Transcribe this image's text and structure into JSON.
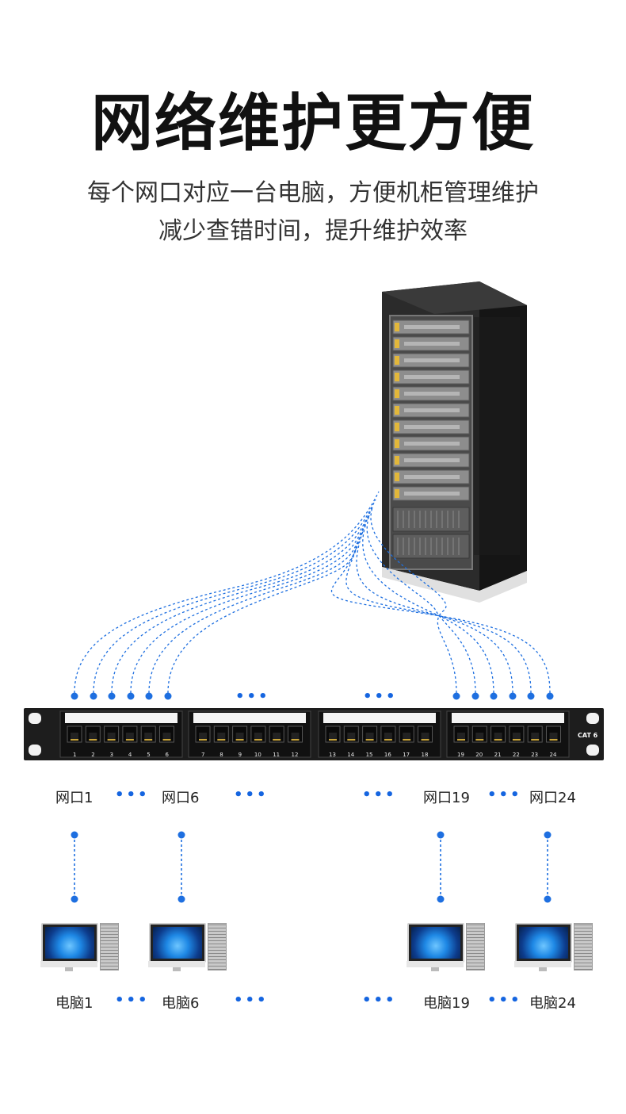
{
  "title": "网络维护更方便",
  "subtitle_line1": "每个网口对应一台电脑，方便机柜管理维护",
  "subtitle_line2": "减少查错时间，提升维护效率",
  "accent_color": "#1565e0",
  "ellipsis": "•••",
  "panel_label": "CAT 6",
  "port_numbers": [
    "1",
    "2",
    "3",
    "4",
    "5",
    "6",
    "7",
    "8",
    "9",
    "10",
    "11",
    "12",
    "13",
    "14",
    "15",
    "16",
    "17",
    "18",
    "19",
    "20",
    "21",
    "22",
    "23",
    "24"
  ],
  "port_labels": {
    "p1": "网口1",
    "p6": "网口6",
    "p19": "网口19",
    "p24": "网口24"
  },
  "pc_labels": {
    "pc1": "电脑1",
    "pc6": "电脑6",
    "pc19": "电脑19",
    "pc24": "电脑24"
  },
  "icons": [
    "server-rack-icon",
    "patch-panel-icon",
    "computer-icon"
  ]
}
